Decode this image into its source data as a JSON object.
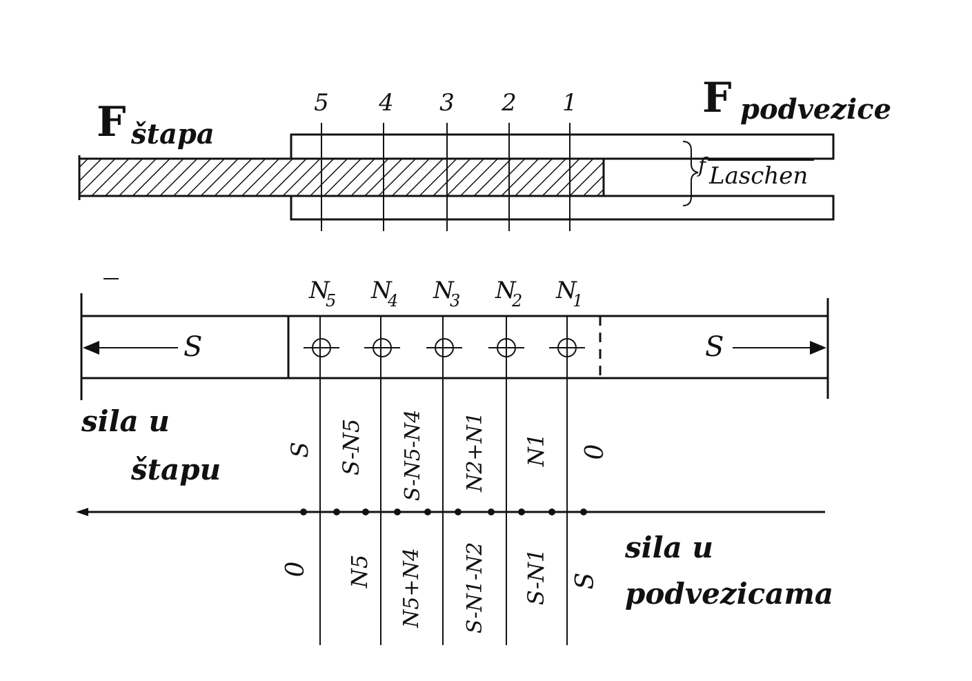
{
  "top": {
    "f_stapa": {
      "F": "F",
      "sub": "štapa"
    },
    "f_podvezice": {
      "F": "F",
      "sub": "podvezice"
    },
    "f_laschen": {
      "f": "f",
      "sub": "Laschen"
    },
    "rivet_numbers": [
      "5",
      "4",
      "3",
      "2",
      "1"
    ]
  },
  "middle": {
    "n_labels": [
      {
        "n": "N",
        "sub": "5"
      },
      {
        "n": "N",
        "sub": "4"
      },
      {
        "n": "N",
        "sub": "3"
      },
      {
        "n": "N",
        "sub": "2"
      },
      {
        "n": "N",
        "sub": "1"
      }
    ],
    "force_left": "S",
    "force_right": "S"
  },
  "bottom": {
    "label_stap": {
      "line1": "sila u",
      "line2": "štapu"
    },
    "label_podvezice": {
      "line1": "sila u",
      "line2": "podvezicama"
    },
    "upper_values": [
      "S",
      "S-N5",
      "S-N5-N4",
      "N2+N1",
      "N1",
      "0"
    ],
    "lower_values": [
      "0",
      "N5",
      "N5+N4",
      "S-N1-N2",
      "S-N1",
      "S"
    ]
  }
}
